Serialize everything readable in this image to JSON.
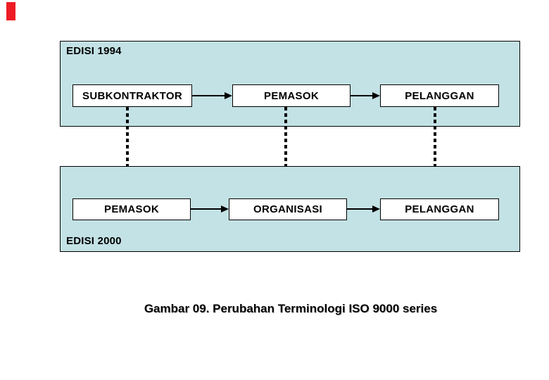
{
  "diagram": {
    "bands": [
      {
        "label": "EDISI 1994",
        "label_position": "top-left",
        "boxes": [
          "SUBKONTRAKTOR",
          "PEMASOK",
          "PELANGGAN"
        ]
      },
      {
        "label": "EDISI 2000",
        "label_position": "bottom-left",
        "boxes": [
          "PEMASOK",
          "ORGANISASI",
          "PELANGGAN"
        ]
      }
    ],
    "horizontal_flow": "left-to-right solid arrows between boxes in each band",
    "term_mappings": [
      {
        "from": "SUBKONTRAKTOR",
        "to": "PEMASOK"
      },
      {
        "from": "PEMASOK",
        "to": "ORGANISASI"
      },
      {
        "from": "PELANGGAN",
        "to": "PELANGGAN"
      }
    ]
  },
  "caption": "Gambar 09. Perubahan Terminologi ISO 9000 series",
  "colors": {
    "band_fill": "#c3e2e5",
    "box_fill": "#ffffff",
    "line": "#000000",
    "marker_red": "#ed1c24",
    "background": "#ffffff"
  }
}
